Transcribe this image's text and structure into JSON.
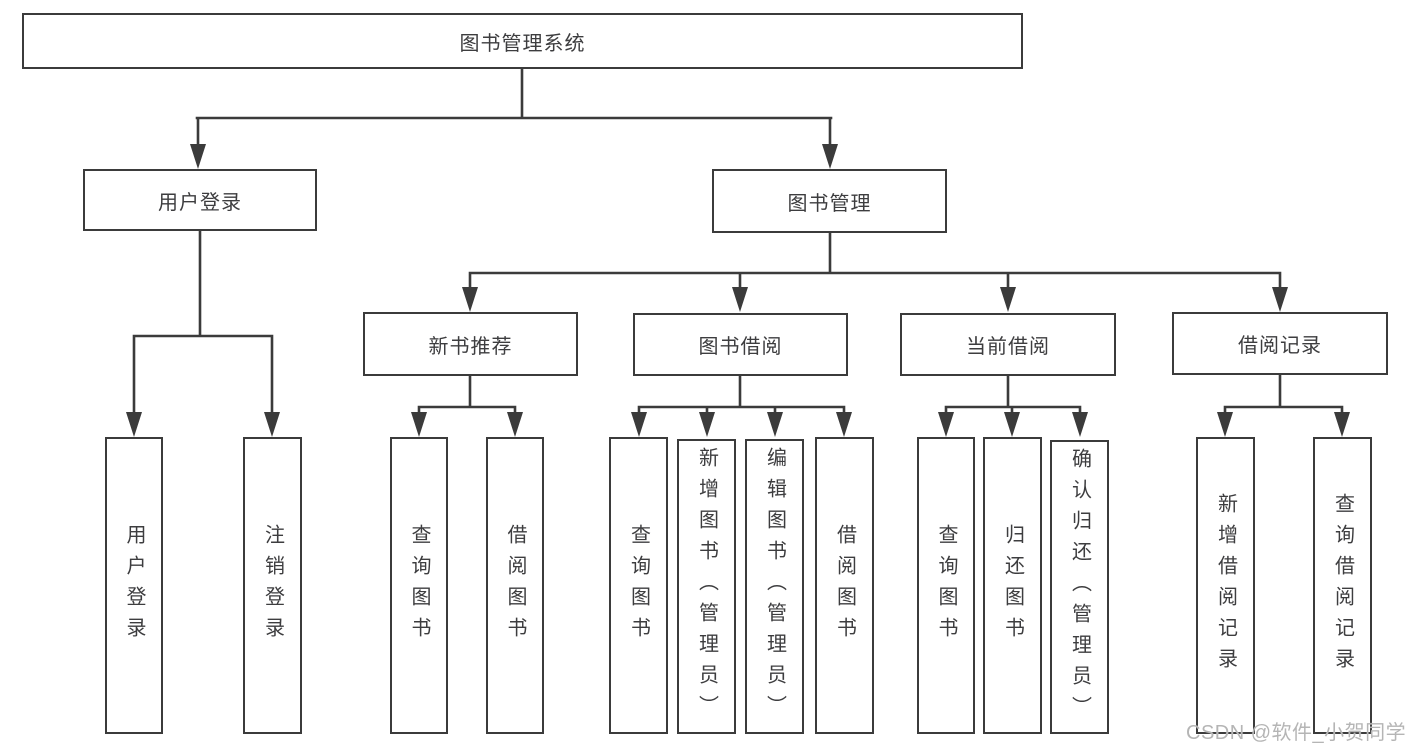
{
  "diagram": {
    "title": "图书管理系统",
    "branches": [
      {
        "label": "用户登录",
        "children": [
          {
            "label": "用户登录"
          },
          {
            "label": "注销登录"
          }
        ]
      },
      {
        "label": "图书管理",
        "children": [
          {
            "label": "新书推荐",
            "children": [
              {
                "label": "查询图书"
              },
              {
                "label": "借阅图书"
              }
            ]
          },
          {
            "label": "图书借阅",
            "children": [
              {
                "label": "查询图书"
              },
              {
                "label": "新增图书（管理员）"
              },
              {
                "label": "编辑图书（管理员）"
              },
              {
                "label": "借阅图书"
              }
            ]
          },
          {
            "label": "当前借阅",
            "children": [
              {
                "label": "查询图书"
              },
              {
                "label": "归还图书"
              },
              {
                "label": "确认归还（管理员）"
              }
            ]
          },
          {
            "label": "借阅记录",
            "children": [
              {
                "label": "新增借阅记录"
              },
              {
                "label": "查询借阅记录"
              }
            ]
          }
        ]
      }
    ]
  },
  "watermark": {
    "text": "CSDN @软件_小贺同学"
  },
  "colors": {
    "line": "#3b3b3b",
    "text": "#3d3d3f",
    "box_background": "#ffffff",
    "watermark": "#b5b5b5"
  }
}
